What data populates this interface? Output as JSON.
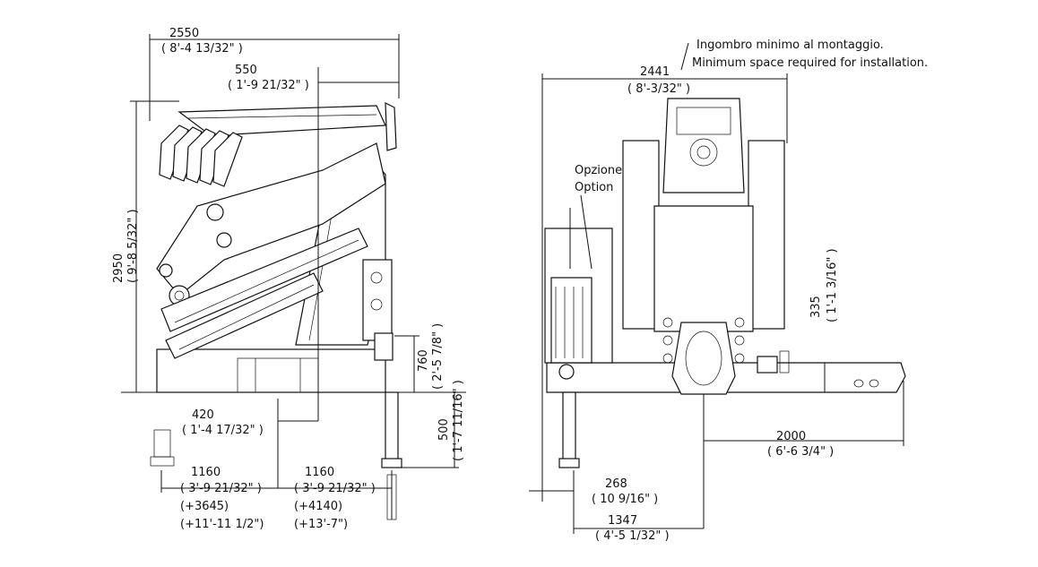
{
  "dimensions": {
    "overall_length": {
      "value": "2550",
      "imperial": "( 8'-4 13/32\" )"
    },
    "boom_offset": {
      "value": "550",
      "imperial": "( 1'-9 21/32\" )"
    },
    "height": {
      "value": "2950",
      "imperial": "( 9'-8 5/32\" )"
    },
    "base_height": {
      "value": "760",
      "imperial": "( 2'-5 7/8\" )"
    },
    "leg_extension": {
      "value": "500",
      "imperial": "( 1'-7 11/16\" )"
    },
    "center_offset": {
      "value": "420",
      "imperial": "( 1'-4 17/32\" )"
    },
    "outrigger_left": {
      "value": "1160",
      "imperial": "( 3'-9 21/32\" )",
      "ext_mm": "(+3645)",
      "ext_imperial": "(+11'-11 1/2\")"
    },
    "outrigger_right": {
      "value": "1160",
      "imperial": "( 3'-9 21/32\" )",
      "ext_mm": "(+4140)",
      "ext_imperial": "(+13'-7\")"
    },
    "front_width": {
      "value": "2441",
      "imperial": "( 8'-3/32\" )"
    },
    "front_height": {
      "value": "335",
      "imperial": "( 1'-1 3/16\" )"
    },
    "side_reach": {
      "value": "2000",
      "imperial": "( 6'-6 3/4\" )"
    },
    "leg_offset": {
      "value": "268",
      "imperial": "( 10 9/16\" )"
    },
    "leg_to_center": {
      "value": "1347",
      "imperial": "( 4'-5 1/32\" )"
    }
  },
  "notes": {
    "install_it": "Ingombro minimo al montaggio.",
    "install_en": "Minimum space required for installation.",
    "option_it": "Opzione",
    "option_en": "Option"
  }
}
